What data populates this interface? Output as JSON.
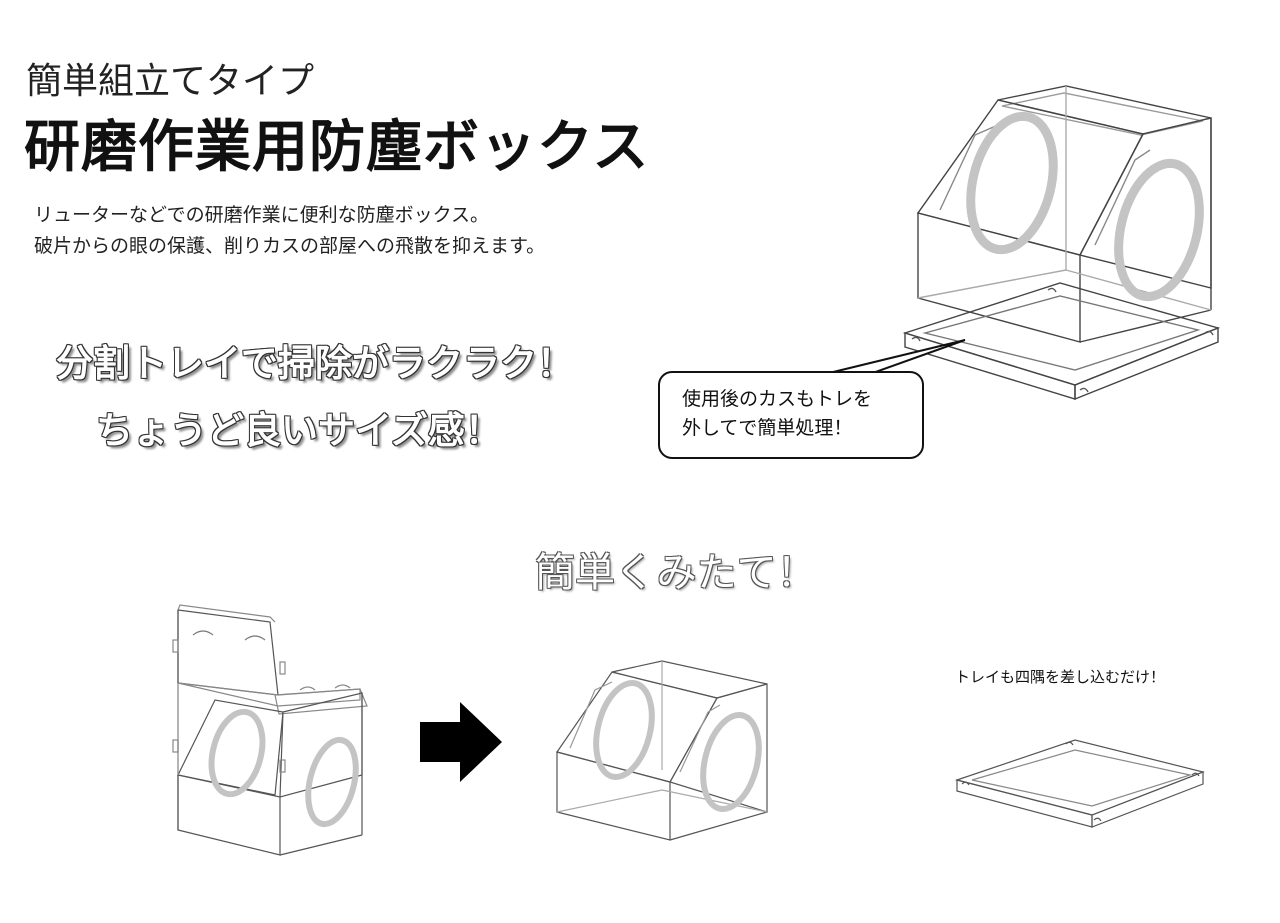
{
  "header": {
    "subtitle": "簡単組立てタイプ",
    "title": "研磨作業用防塵ボックス"
  },
  "description": {
    "line1": "リューターなどでの研磨作業に便利な防塵ボックス。",
    "line2": "破片からの眼の保護、削りカスの部屋への飛散を抑えます。"
  },
  "slogans": {
    "line1": "分割トレイで掃除がラクラク！",
    "line2": "ちょうど良いサイズ感！"
  },
  "callout": {
    "line1": "使用後のカスもトレを",
    "line2": "外してで簡単処理！"
  },
  "assembly": {
    "heading": "簡単くみたて！",
    "tray_note": "トレイも四隅を差し込むだけ！"
  },
  "colors": {
    "line": "#444444",
    "window_ring": "#c4c4c4",
    "arrow": "#000000"
  }
}
